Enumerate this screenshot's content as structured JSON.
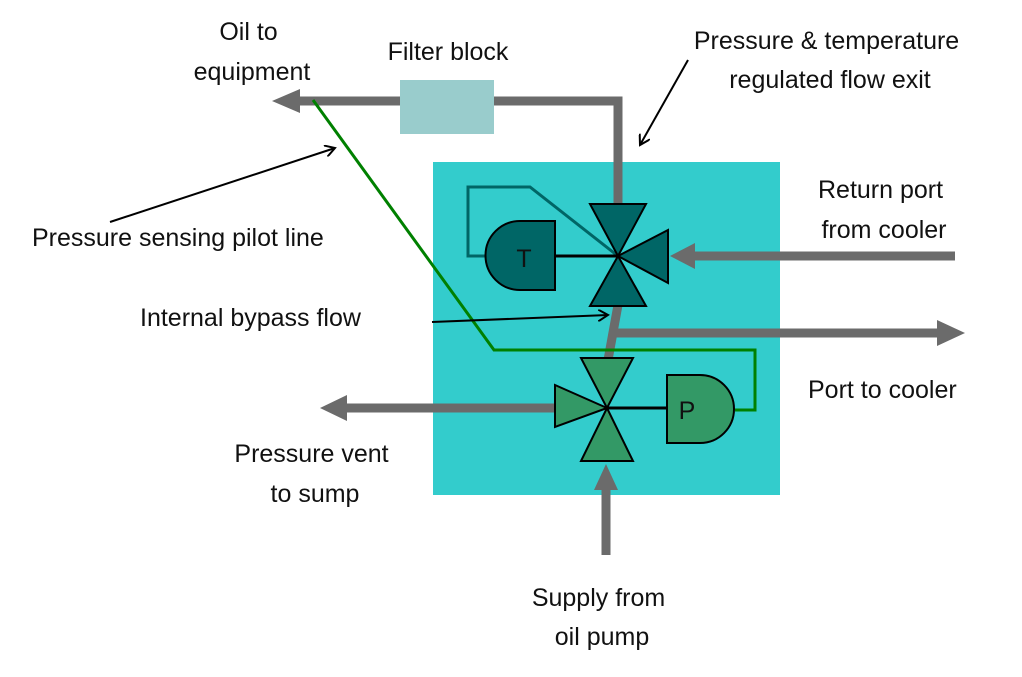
{
  "labels": {
    "oil_to_equipment": [
      "Oil to",
      "equipment"
    ],
    "filter_block": "Filter block",
    "regulated_exit": [
      "Pressure & temperature",
      "regulated flow exit"
    ],
    "return_port": [
      "Return port",
      "from cooler"
    ],
    "pilot_line": "Pressure sensing pilot line",
    "bypass": "Internal bypass flow",
    "port_to_cooler": "Port to cooler",
    "vent": [
      "Pressure vent",
      "to sump"
    ],
    "supply": [
      "Supply from",
      "oil pump"
    ],
    "temp_actuator": "T",
    "pressure_actuator": "P"
  },
  "colors": {
    "block": "#33cccc",
    "filter": "#99cccc",
    "temp_valve": "#006666",
    "pressure_valve": "#339966",
    "pipe": "#6b6b6b",
    "pilot_line": "#008000"
  }
}
